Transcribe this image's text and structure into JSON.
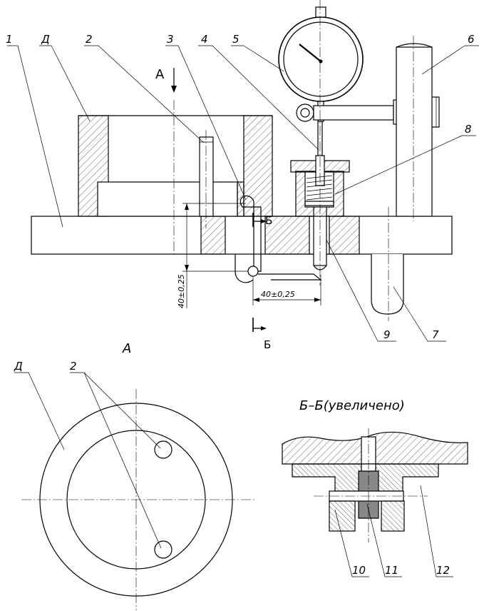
{
  "labels": {
    "l1": "1",
    "lD": "Д",
    "l2": "2",
    "l3": "3",
    "l4": "4",
    "l5": "5",
    "l6": "6",
    "l8": "8",
    "l9": "9",
    "l7": "7",
    "l2b": "2",
    "lDb": "Д",
    "l10": "10",
    "l11": "11",
    "l12": "12"
  },
  "view_marks": {
    "arrow_A": "А",
    "cut_B_top": "Б",
    "cut_B_bottom": "Б",
    "view_A_title": "А",
    "section_title": "Б–Б(увеличено)"
  },
  "dimensions": {
    "vertical": "40±0,25",
    "horizontal": "40±0,25"
  }
}
